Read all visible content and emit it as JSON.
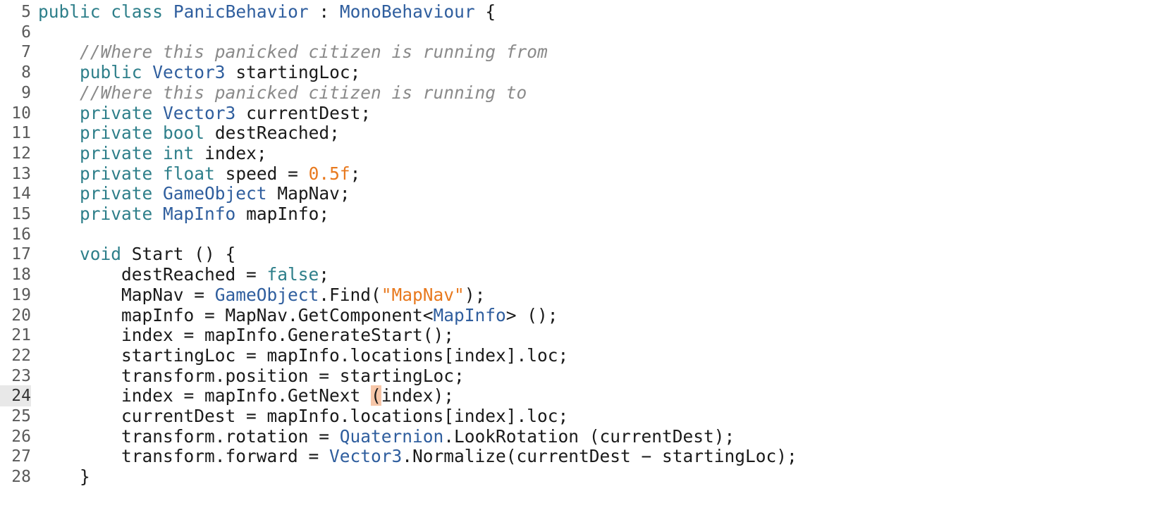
{
  "editor": {
    "current_line": "24",
    "colors": {
      "keyword": "#2e7f8a",
      "type": "#2f5e9e",
      "comment": "#8a8a8a",
      "literal": "#e8791e",
      "bracket_match": "#f6c6a8",
      "text": "#1a1a1a"
    },
    "lines": [
      {
        "n": "5",
        "tokens": [
          [
            "kw",
            "public"
          ],
          [
            "",
            "  "
          ],
          [
            "kw",
            "class"
          ],
          [
            "",
            ""
          ],
          [
            "ty",
            "PanicBehavior"
          ],
          [
            "",
            ""
          ],
          [
            "",
            ":"
          ],
          [
            "",
            ""
          ],
          [
            "ty",
            "MonoBehaviour"
          ],
          [
            "",
            ""
          ],
          [
            "",
            "{"
          ]
        ]
      },
      {
        "n": "6",
        "tokens": []
      },
      {
        "n": "7",
        "tokens": [
          [
            "",
            "    "
          ],
          [
            "cm",
            "//Where this panicked citizen is running from"
          ]
        ]
      },
      {
        "n": "8",
        "tokens": [
          [
            "",
            "    "
          ],
          [
            "kw",
            "public"
          ],
          [
            "",
            ""
          ],
          [
            "ty",
            "Vector3"
          ],
          [
            "",
            ""
          ],
          [
            "",
            "startingLoc;"
          ]
        ]
      },
      {
        "n": "9",
        "tokens": [
          [
            "",
            "    "
          ],
          [
            "cm",
            "//Where this panicked citizen is running to"
          ]
        ]
      },
      {
        "n": "10",
        "tokens": [
          [
            "",
            "    "
          ],
          [
            "kw",
            "private"
          ],
          [
            "",
            ""
          ],
          [
            "ty",
            "Vector3"
          ],
          [
            "",
            ""
          ],
          [
            "",
            "currentDest;"
          ]
        ]
      },
      {
        "n": "11",
        "tokens": [
          [
            "",
            "    "
          ],
          [
            "kw",
            "private"
          ],
          [
            "",
            ""
          ],
          [
            "kw",
            "bool"
          ],
          [
            "",
            ""
          ],
          [
            "",
            "destReached;"
          ]
        ]
      },
      {
        "n": "12",
        "tokens": [
          [
            "",
            "    "
          ],
          [
            "kw",
            "private"
          ],
          [
            "",
            ""
          ],
          [
            "kw",
            "int"
          ],
          [
            "",
            ""
          ],
          [
            "",
            "index;"
          ]
        ]
      },
      {
        "n": "13",
        "tokens": [
          [
            "",
            "    "
          ],
          [
            "kw",
            "private"
          ],
          [
            "",
            ""
          ],
          [
            "kw",
            "float"
          ],
          [
            "",
            ""
          ],
          [
            "",
            "speed = "
          ],
          [
            "num",
            "0.5f"
          ],
          [
            "",
            ";"
          ]
        ]
      },
      {
        "n": "14",
        "tokens": [
          [
            "",
            "    "
          ],
          [
            "kw",
            "private"
          ],
          [
            "",
            ""
          ],
          [
            "ty",
            "GameObject"
          ],
          [
            "",
            ""
          ],
          [
            "",
            "MapNav;"
          ]
        ]
      },
      {
        "n": "15",
        "tokens": [
          [
            "",
            "    "
          ],
          [
            "kw",
            "private"
          ],
          [
            "",
            ""
          ],
          [
            "ty",
            "MapInfo"
          ],
          [
            "",
            ""
          ],
          [
            "",
            "mapInfo;"
          ]
        ]
      },
      {
        "n": "16",
        "tokens": []
      },
      {
        "n": "17",
        "tokens": [
          [
            "",
            "    "
          ],
          [
            "kw",
            "void"
          ],
          [
            "",
            ""
          ],
          [
            "",
            "Start () {"
          ]
        ]
      },
      {
        "n": "18",
        "tokens": [
          [
            "",
            "        destReached = "
          ],
          [
            "kw",
            "false"
          ],
          [
            "",
            ";"
          ]
        ]
      },
      {
        "n": "19",
        "tokens": [
          [
            "",
            "        MapNav = "
          ],
          [
            "ty",
            "GameObject"
          ],
          [
            "",
            ".Find("
          ],
          [
            "str",
            "\"MapNav\""
          ],
          [
            "",
            ");"
          ]
        ]
      },
      {
        "n": "20",
        "tokens": [
          [
            "",
            "        mapInfo = MapNav.GetComponent<"
          ],
          [
            "ty",
            "MapInfo"
          ],
          [
            "",
            "> ();"
          ]
        ]
      },
      {
        "n": "21",
        "tokens": [
          [
            "",
            "        index = mapInfo.GenerateStart();"
          ]
        ]
      },
      {
        "n": "22",
        "tokens": [
          [
            "",
            "        startingLoc = mapInfo.locations[index].loc;"
          ]
        ]
      },
      {
        "n": "23",
        "tokens": [
          [
            "",
            "        transform.position = startingLoc;"
          ]
        ]
      },
      {
        "n": "24",
        "tokens": [
          [
            "",
            "        index = mapInfo.GetNext "
          ],
          [
            "bm",
            "("
          ],
          [
            "",
            "index);"
          ]
        ]
      },
      {
        "n": "25",
        "tokens": [
          [
            "",
            "        currentDest = mapInfo.locations[index].loc;"
          ]
        ]
      },
      {
        "n": "26",
        "tokens": [
          [
            "",
            "        transform.rotation = "
          ],
          [
            "ty",
            "Quaternion"
          ],
          [
            "",
            ".LookRotation (currentDest);"
          ]
        ]
      },
      {
        "n": "27",
        "tokens": [
          [
            "",
            "        transform.forward = "
          ],
          [
            "ty",
            "Vector3"
          ],
          [
            "",
            ".Normalize(currentDest − startingLoc);"
          ]
        ]
      },
      {
        "n": "28",
        "tokens": [
          [
            "",
            "    }"
          ]
        ]
      }
    ]
  }
}
